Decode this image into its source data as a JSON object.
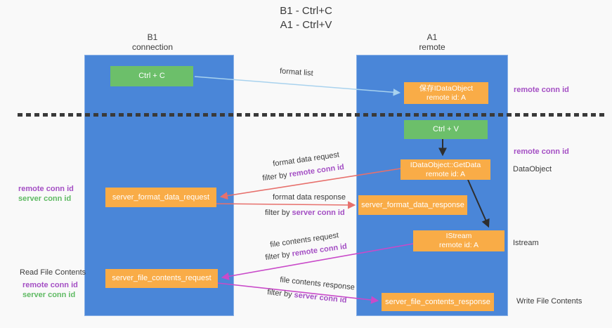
{
  "title": {
    "line1": "B1 - Ctrl+C",
    "line2": "A1 - Ctrl+V"
  },
  "lanes": {
    "left": {
      "title": "B1",
      "subtitle": "connection"
    },
    "right": {
      "title": "A1",
      "subtitle": "remote"
    }
  },
  "nodes": {
    "ctrl_c": {
      "label": "Ctrl + C"
    },
    "save_idataobject": {
      "line1": "保存IDataObject",
      "line2": "remote id: A"
    },
    "ctrl_v": {
      "label": "Ctrl + V"
    },
    "getdata": {
      "line1": "IDataObject::GetData",
      "line2": "remote id: A"
    },
    "format_request": {
      "label": "server_format_data_request"
    },
    "format_response": {
      "label": "server_format_data_response"
    },
    "istream": {
      "line1": "IStream",
      "line2": "remote id: A"
    },
    "file_request": {
      "label": "server_file_contents_request"
    },
    "file_response": {
      "label": "server_file_contents_response"
    }
  },
  "edge_labels": {
    "format_list": "format list",
    "format_data_request": "format data request",
    "format_data_response": "format data response",
    "file_contents_request": "file contents request",
    "file_contents_response": "file contents response",
    "filter_by": "filter by ",
    "remote_conn_id": "remote conn id",
    "server_conn_id": "server conn id"
  },
  "annotations": {
    "remote_conn_id_top": "remote conn id",
    "remote_conn_id_mid": "remote conn id",
    "dataobject": "DataObject",
    "istream": "Istream",
    "write_file_contents": "Write File Contents",
    "read_file_contents": "Read File Contents",
    "remote_conn_id_left1": "remote conn id",
    "server_conn_id_left1": "server conn id",
    "remote_conn_id_left2": "remote conn id",
    "server_conn_id_left2": "server conn id"
  },
  "colors": {
    "column_blue": "#4a86d8",
    "box_green": "#6cbf6a",
    "box_orange": "#f9ac47",
    "arrow_lightblue": "#a8d2ee",
    "arrow_red": "#e7706c",
    "arrow_magenta": "#c94ac9",
    "text_purple": "#a44fc4",
    "text_green": "#5fba63",
    "text_dark": "#3b3b3b",
    "bg": "#f9f9f9"
  }
}
